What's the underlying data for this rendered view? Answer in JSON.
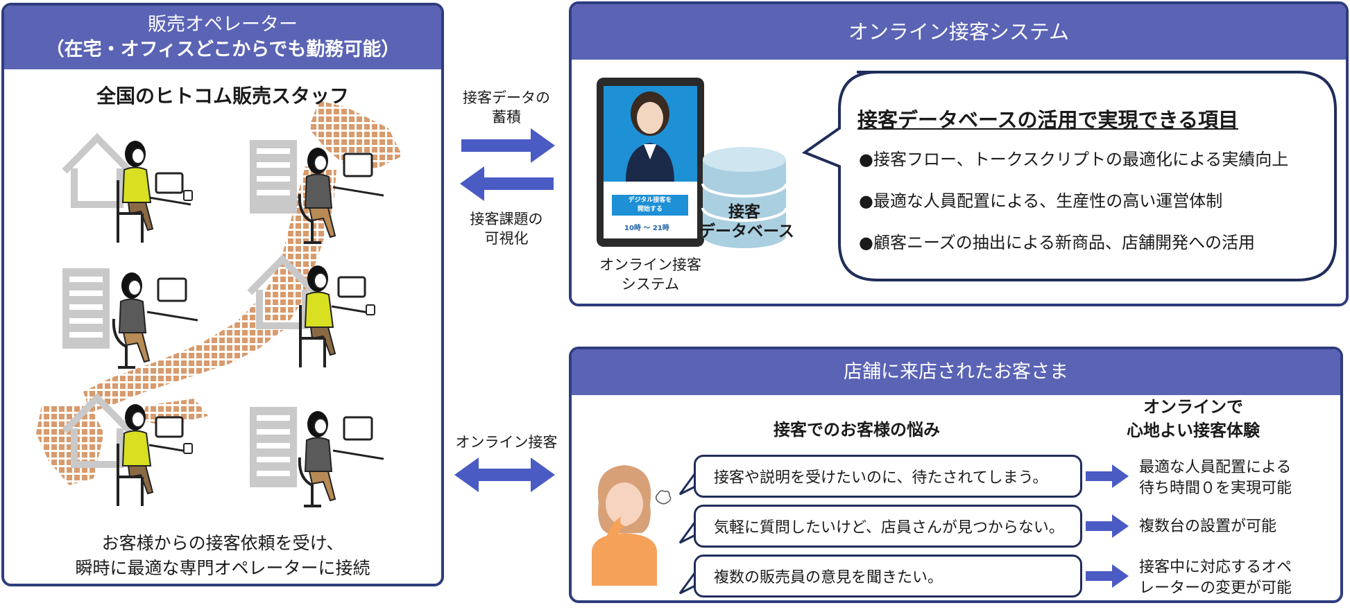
{
  "left_panel": {
    "title_line1": "販売オペレーター",
    "title_line2": "（在宅・オフィスどこからでも勤務可能）",
    "heading": "全国のヒトコム販売スタッフ",
    "footer_line1": "お客様からの接客依頼を受け、",
    "footer_line2": "瞬時に最適な専門オペレーターに接続"
  },
  "middle": {
    "top_right_label_line1": "接客データの",
    "top_right_label_line2": "蓄積",
    "top_left_label_line1": "接客課題の",
    "top_left_label_line2": "可視化",
    "bottom_label": "オンライン接客"
  },
  "system_panel": {
    "title": "オンライン接客システム",
    "tablet_caption_line1": "オンライン接客",
    "tablet_caption_line2": "システム",
    "tablet_button_line1": "デジタル接客を",
    "tablet_button_line2": "開始する",
    "tablet_hours": "10時 ～ 21時",
    "db_label_line1": "接客",
    "db_label_line2": "データベース",
    "callout_title": "接客データベースの活用で実現できる項目",
    "callout_items": [
      "●接客フロー、トークスクリプトの最適化による実績向上",
      "●最適な人員配置による、生産性の高い運営体制",
      "●顧客ニーズの抽出による新商品、店舗開発への活用"
    ]
  },
  "store_panel": {
    "title": "店舗に来店されたお客さま",
    "left_heading": "接客でのお客様の悩み",
    "right_heading_line1": "オンラインで",
    "right_heading_line2": "心地よい接客体験",
    "rows": [
      {
        "concern": "接客や説明を受けたいのに、待たされてしまう。",
        "solution_line1": "最適な人員配置による",
        "solution_line2": "待ち時間０を実現可能"
      },
      {
        "concern": "気軽に質問したいけど、店員さんが見つからない。",
        "solution_line1": "複数台の設置が可能",
        "solution_line2": ""
      },
      {
        "concern": "複数の販売員の意見を聞きたい。",
        "solution_line1": "接客中に対応するオペ",
        "solution_line2": "レーターの変更が可能"
      }
    ]
  },
  "colors": {
    "header_bg": "#5a63b4",
    "border": "#2f3c7e",
    "arrow": "#4a5bc4",
    "map_dots": "#d99a6c",
    "person_yellow": "#d8e021",
    "building_gray": "#c9c9c9"
  }
}
